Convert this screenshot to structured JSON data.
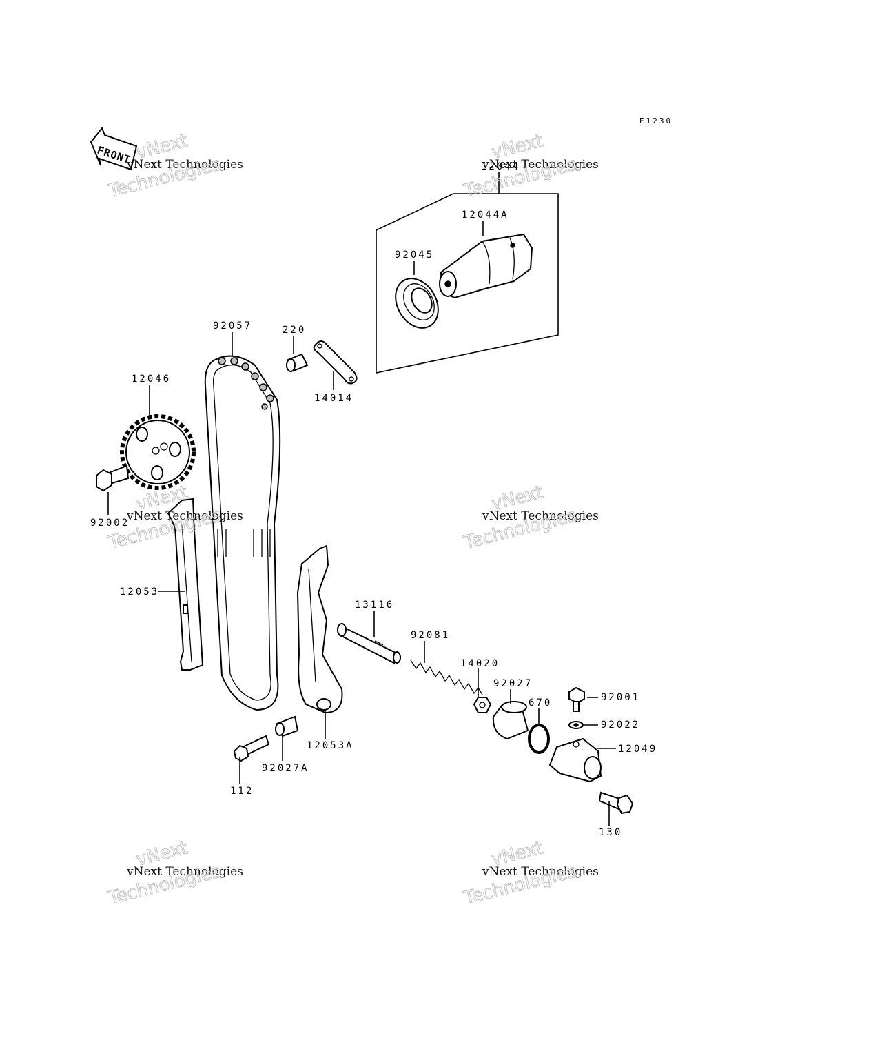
{
  "diagram_code": "E1230",
  "front_label": "FRONT",
  "watermark": {
    "line1": "vNext Technologies",
    "line2": "vNext",
    "line3": "Technologies"
  },
  "parts": {
    "p12044": "12044",
    "p12044A": "12044A",
    "p92045": "92045",
    "p92057": "92057",
    "p220": "220",
    "p14014": "14014",
    "p12046": "12046",
    "p92002": "92002",
    "p12053": "12053",
    "p13116": "13116",
    "p92081": "92081",
    "p14020": "14020",
    "p92027": "92027",
    "p670": "670",
    "p92001": "92001",
    "p92022": "92022",
    "p12049": "12049",
    "p12053A": "12053A",
    "p112": "112",
    "p92027A": "92027A",
    "p130": "130"
  }
}
